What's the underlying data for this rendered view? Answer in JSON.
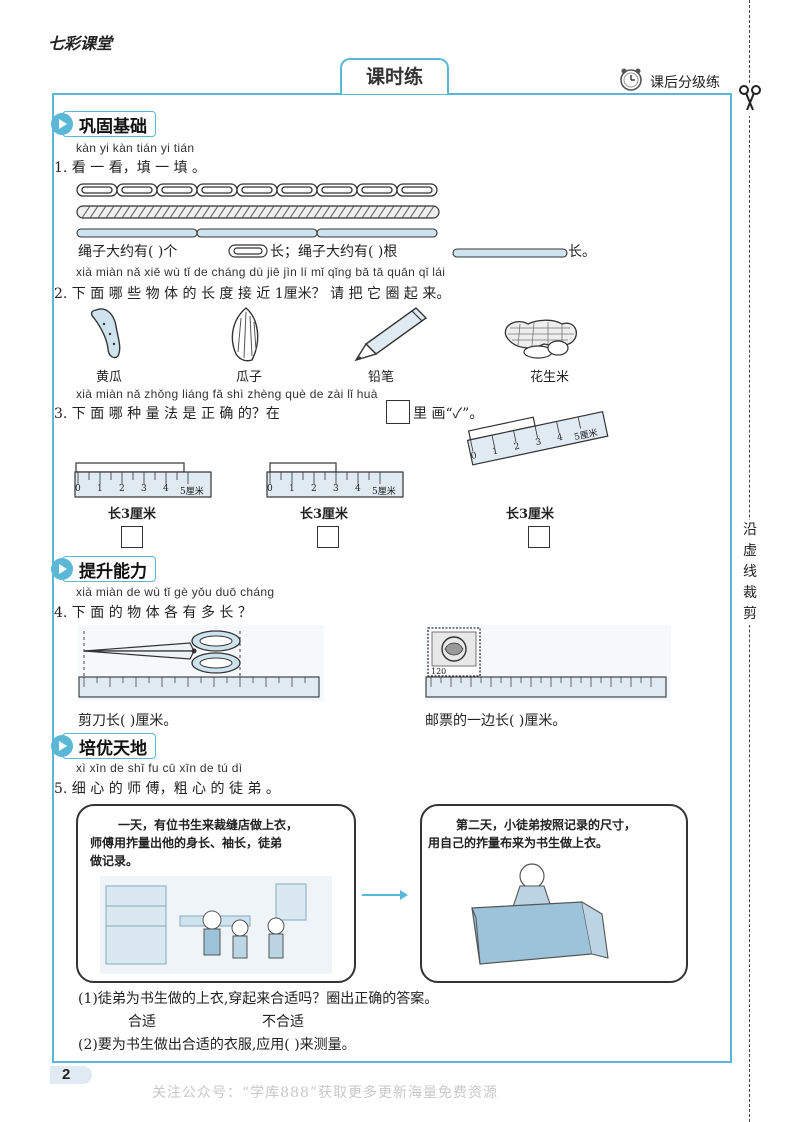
{
  "header": {
    "brand": "七彩课堂",
    "title": "课时练",
    "level_label": "课后分级练"
  },
  "sections": {
    "s1": "巩固基础",
    "s2": "提升能力",
    "s3": "培优天地"
  },
  "q1": {
    "pinyin": "kàn yi kàn  tián yi tián",
    "text": "1. 看 一 看，填 一 填 。",
    "ans_a": "绳子大约有(      )个",
    "ans_b": "长；绳子大约有(      )根",
    "ans_c": "长。"
  },
  "q2": {
    "pinyin": "xià miàn nǎ xiē wù  tǐ  de cháng dù jiē jìn    lí  mǐ    qǐng bǎ tā quān qǐ lái",
    "text": "2. 下  面  哪 些 物 体 的  长  度 接 近 1厘米？ 请 把 它 圈 起 来。",
    "items": [
      "黄瓜",
      "瓜子",
      "铅笔",
      "花生米"
    ]
  },
  "q3": {
    "pinyin": "xià miàn nǎ zhǒng liáng fǎ shì zhèng què de     zài        lǐ  huà",
    "text_a": "3. 下 面 哪 种  量 法 是 正  确 的？在",
    "text_b": "里 画“✓”。",
    "labels": [
      "长3厘米",
      "长3厘米",
      "长3厘米"
    ],
    "ruler_ticks": [
      "0",
      "1",
      "2",
      "3",
      "4",
      "5厘米"
    ]
  },
  "q4": {
    "pinyin": "xià miàn de wù  tǐ  gè yǒu duō cháng",
    "text": "4. 下  面  的 物 体 各 有  多   长  ？",
    "ans_scissors": "剪刀长(      )厘米。",
    "ans_stamp": "邮票的一边长(      )厘米。",
    "stamp_value": "120"
  },
  "q5": {
    "pinyin": "xì xīn de shī fu    cū xīn de tú  dì",
    "text": "5. 细 心 的 师 傅，粗 心 的 徒 弟 。",
    "panel1": [
      "一天，有位书生来裁缝店做上衣，",
      "师傅用拃量出他的身长、袖长，徒弟",
      "做记录。"
    ],
    "panel2": [
      "第二天，小徒弟按照记录的尺寸，",
      "用自己的拃量布来为书生做上衣。"
    ],
    "sub1": "(1)徒弟为书生做的上衣,穿起来合适吗？圈出正确的答案。",
    "choice_a": "合适",
    "choice_b": "不合适",
    "sub2": "(2)要为书生做出合适的衣服,应用(      )来测量。"
  },
  "side_text": [
    "沿",
    "虚",
    "线",
    "裁",
    "剪"
  ],
  "footer": {
    "page_number": "2",
    "watermark": "关注公众号：“学库888”获取更多更新海量免费资源"
  }
}
